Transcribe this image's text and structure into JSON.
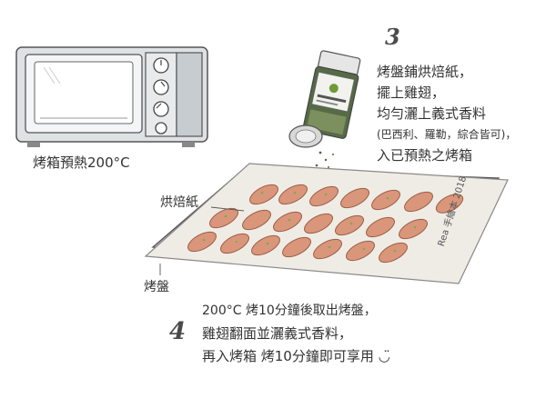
{
  "step3": {
    "number": "3",
    "lines": [
      "烤盤鋪烘焙紙，",
      "擺上雞翅，",
      "均勻灑上義式香料",
      "(巴西利、羅勒，綜合皆可)，",
      "入已預熱之烤箱"
    ]
  },
  "oven": {
    "caption": "烤箱預熱200°C"
  },
  "tray": {
    "paper_label": "烘焙紙",
    "pan_label": "烤盤"
  },
  "signature": "Rea 手繪本 2018",
  "step4": {
    "number": "4",
    "lines": [
      "200°C 烤10分鐘後取出烤盤，",
      "雞翅翻面並灑義式香料，",
      "再入烤箱 烤10分鐘即可享用 ◡̈"
    ]
  },
  "colors": {
    "ink": "#3a3a3a",
    "oven_gray": "#c9cdd1",
    "wing": "#d9967a",
    "herb": "#7fa84f",
    "paper": "#efece6"
  }
}
